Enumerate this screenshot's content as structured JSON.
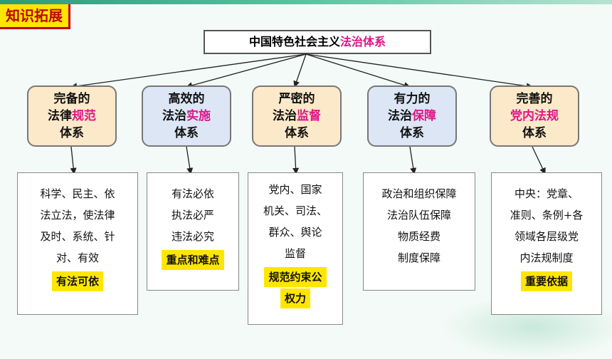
{
  "tag": "知识拓展",
  "root": {
    "prefix": "中国特色社会主义",
    "highlight": "法治体系"
  },
  "nodes": [
    {
      "line1": "完备的",
      "line2a": "法律",
      "line2b": "规范",
      "line3": "体系"
    },
    {
      "line1": "高效的",
      "line2a": "法治",
      "line2b": "实施",
      "line3": "体系"
    },
    {
      "line1": "严密的",
      "line2a": "法治",
      "line2b": "监督",
      "line3": "体系"
    },
    {
      "line1": "有力的",
      "line2a": "法治",
      "line2b": "保障",
      "line3": "体系"
    },
    {
      "line1": "完善的",
      "line2a": "",
      "line2b": "党内法规",
      "line3": "体系"
    }
  ],
  "details": [
    {
      "lines": [
        "科学、民主、依",
        "法立法，使法律",
        "及时、系统、针",
        "对、有效"
      ],
      "marked": [
        "有法可依"
      ]
    },
    {
      "lines": [
        "有法必依",
        "执法必严",
        "违法必究"
      ],
      "marked": [
        "重点和难点"
      ]
    },
    {
      "lines": [
        "党内、国家",
        "机关、司法、",
        "群众、舆论",
        "监督"
      ],
      "marked": [
        "规范约束公",
        "权力"
      ]
    },
    {
      "lines": [
        "政治和组织保障",
        "法治队伍保障",
        "物质经费",
        "制度保障"
      ],
      "marked": []
    },
    {
      "lines": [
        "中央：党章、",
        "准则、条例+各",
        "领域各层级党",
        "内法规制度"
      ],
      "marked": [
        "重要依据"
      ]
    }
  ],
  "colors": {
    "highlight_text": "#e0148a",
    "marker": "#ffe600",
    "tag_text": "#c00000"
  }
}
